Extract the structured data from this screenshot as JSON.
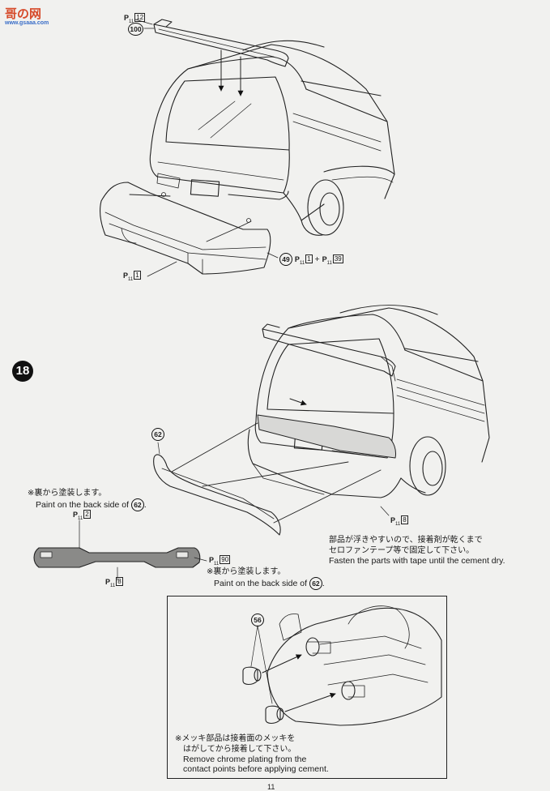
{
  "watermark": {
    "text": "哥の网",
    "sub": "www.gsaaa.com"
  },
  "step_number": "18",
  "top": {
    "ref_12": {
      "prefix": "P",
      "sub": "11",
      "num": "12"
    },
    "part_100": "100",
    "ref_1": {
      "prefix": "P",
      "sub": "11",
      "num": "1"
    },
    "glue_ref": {
      "part": "49",
      "a_prefix": "P",
      "a_sub": "11",
      "a_num": "1",
      "plus": "+",
      "b_prefix": "P",
      "b_sub": "11",
      "b_num": "39"
    }
  },
  "middle": {
    "part_62": "62",
    "ref_8_car": {
      "prefix": "P",
      "sub": "11",
      "num": "8"
    },
    "paint_note_1": {
      "jp": "※裏から塗装します。",
      "en_prefix": "Paint on the back side of",
      "part": "62",
      "en_suffix": "."
    },
    "ref_2": {
      "prefix": "P",
      "sub": "11",
      "num": "2"
    },
    "ref_90": {
      "prefix": "P",
      "sub": "11",
      "num": "90"
    },
    "ref_8_bumper": {
      "prefix": "P",
      "sub": "11",
      "num": "8"
    },
    "paint_note_2": {
      "jp": "※裏から塗装します。",
      "en_prefix": "Paint on the back side of",
      "part": "62",
      "en_suffix": "."
    },
    "tape_note": {
      "jp1": "部品が浮きやすいので、接着剤が乾くまで",
      "jp2": "セロファンテープ等で固定して下さい。",
      "en": "Fasten the parts with tape until the cement dry."
    }
  },
  "detail": {
    "part_56": "56",
    "chrome_note": {
      "jp1": "※メッキ部品は接着面のメッキを",
      "jp2": "はがしてから接着して下さい。",
      "en1": "Remove chrome plating from the",
      "en2": "contact points before applying cement."
    }
  },
  "page_number": "11"
}
